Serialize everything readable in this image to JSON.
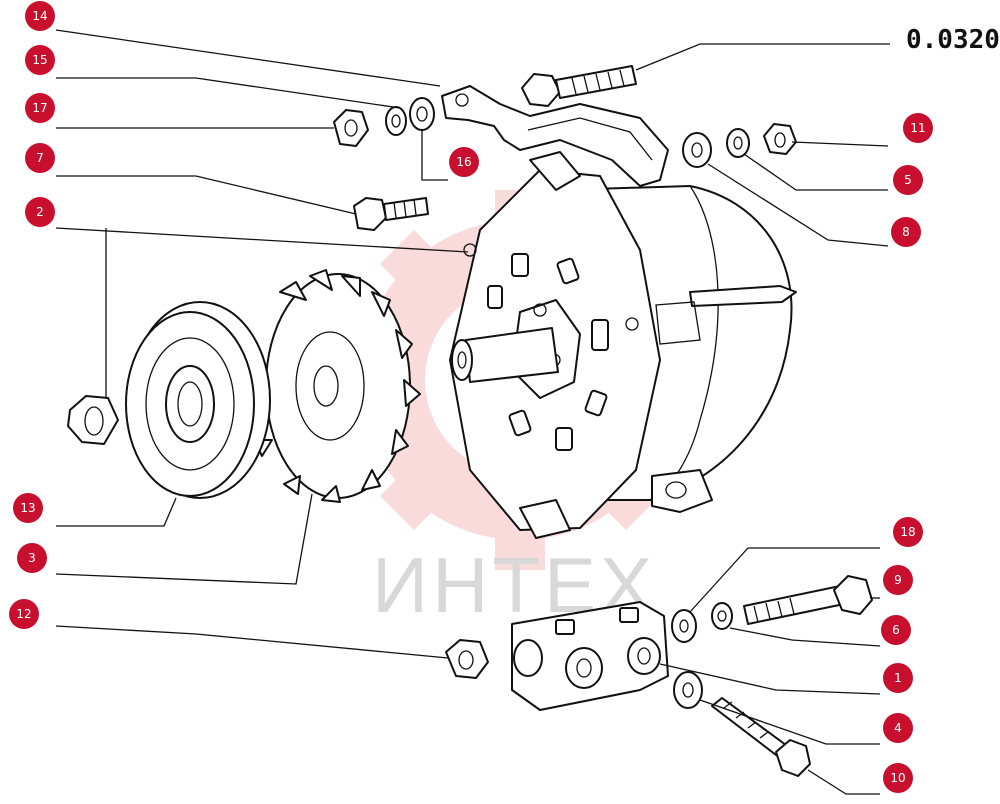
{
  "diagram": {
    "code": "0.0320",
    "watermark": "ИНТЕХ",
    "label_color": "#c8102e",
    "callouts": [
      {
        "id": "14",
        "text": "14"
      },
      {
        "id": "15",
        "text": "15"
      },
      {
        "id": "17",
        "text": "17"
      },
      {
        "id": "7",
        "text": "7"
      },
      {
        "id": "2",
        "text": "2"
      },
      {
        "id": "16",
        "text": "16"
      },
      {
        "id": "11",
        "text": "11"
      },
      {
        "id": "5",
        "text": "5"
      },
      {
        "id": "8",
        "text": "8"
      },
      {
        "id": "13",
        "text": "13"
      },
      {
        "id": "3",
        "text": "3"
      },
      {
        "id": "12",
        "text": "12"
      },
      {
        "id": "18",
        "text": "18"
      },
      {
        "id": "9",
        "text": "9"
      },
      {
        "id": "6",
        "text": "6"
      },
      {
        "id": "1",
        "text": "1"
      },
      {
        "id": "4",
        "text": "4"
      },
      {
        "id": "10",
        "text": "10"
      }
    ]
  }
}
